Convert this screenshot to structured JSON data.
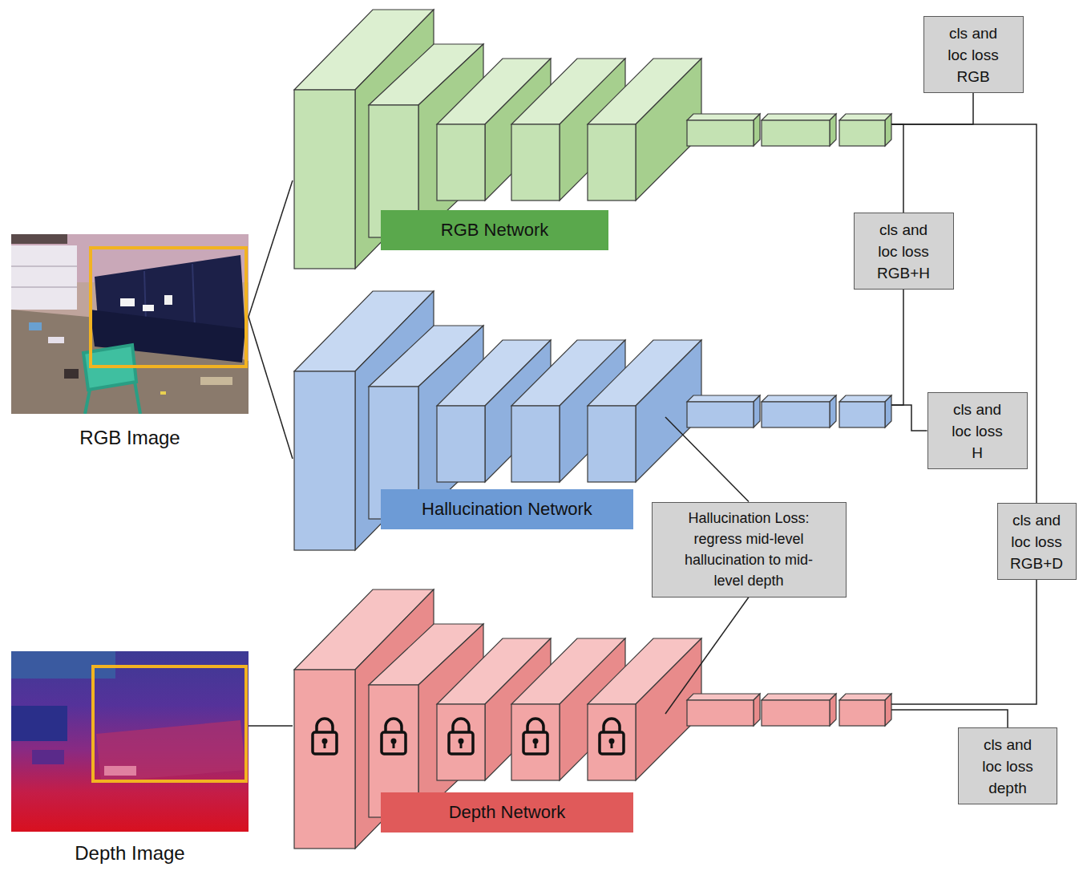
{
  "diagram": {
    "nodes": [
      {
        "text": [
          "RGB Image"
        ]
      },
      {
        "text": [
          "RGB Network"
        ]
      },
      {
        "text": [
          "cls and loc loss RGB"
        ]
      },
      {
        "text": [
          "cls and loc loss RGB+H"
        ]
      },
      {
        "text": [
          "Hallucination Network"
        ]
      },
      {
        "text": [
          "cls and loc loss H"
        ]
      },
      {
        "text": [
          "Hallucination Loss: regress mid-level hallucination to mid-level depth"
        ]
      },
      {
        "text": [
          "cls and loc loss RGB+D"
        ]
      },
      {
        "text": [
          "Depth Image"
        ]
      },
      {
        "text": [
          "Depth Network"
        ]
      },
      {
        "text": [
          "cls and loc loss depth"
        ]
      }
    ],
    "edges": [
      {
        "from": 0,
        "to": 1,
        "arrow": "none"
      },
      {
        "from": 0,
        "to": 4,
        "arrow": "none"
      },
      {
        "from": 8,
        "to": 9,
        "arrow": "none"
      },
      {
        "from": 1,
        "to": 2,
        "arrow": "none"
      },
      {
        "from": 1,
        "to": 3,
        "arrow": "none"
      },
      {
        "from": 1,
        "to": 7,
        "arrow": "none"
      },
      {
        "from": 4,
        "to": 3,
        "arrow": "none"
      },
      {
        "from": 4,
        "to": 5,
        "arrow": "none"
      },
      {
        "from": 9,
        "to": 7,
        "arrow": "none"
      },
      {
        "from": 9,
        "to": 10,
        "arrow": "none"
      },
      {
        "from": 6,
        "to": 4,
        "arrow": "none"
      },
      {
        "from": 6,
        "to": 9,
        "arrow": "none"
      }
    ]
  }
}
